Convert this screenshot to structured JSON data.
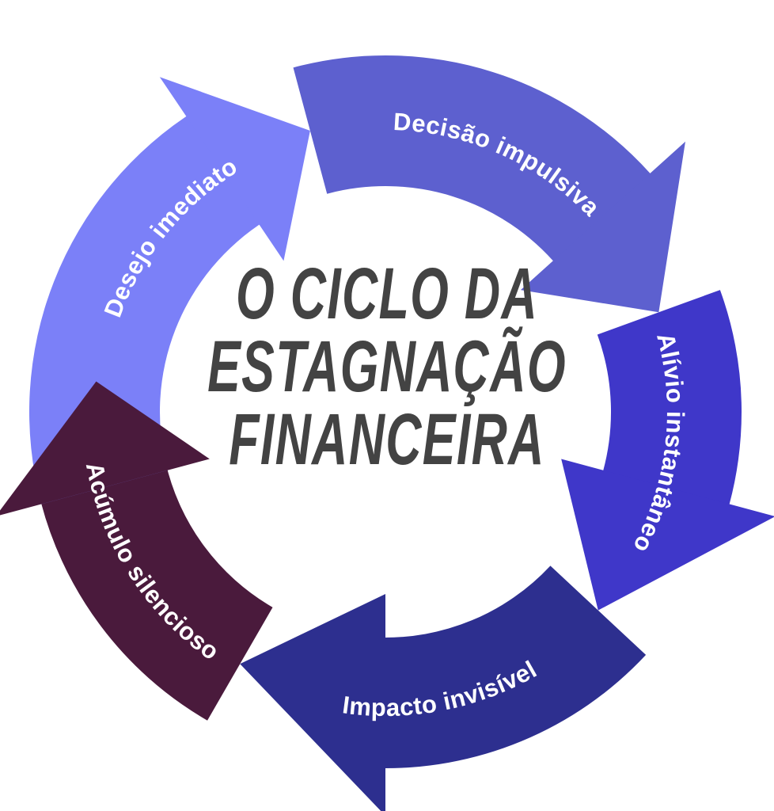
{
  "title": {
    "lines": [
      "O CICLO DA",
      "ESTAGNAÇÃO",
      "FINANCEIRA"
    ]
  },
  "cycle": [
    {
      "label": "Acúmulo silencioso",
      "color": "#4a1a3c"
    },
    {
      "label": "Desejo imediato",
      "color": "#7b80f8"
    },
    {
      "label": "Decisão impulsiva",
      "color": "#5d60cf"
    },
    {
      "label": "Alívio instantâneo",
      "color": "#3f37c9"
    },
    {
      "label": "Impacto invisível",
      "color": "#2d2f8f"
    }
  ]
}
